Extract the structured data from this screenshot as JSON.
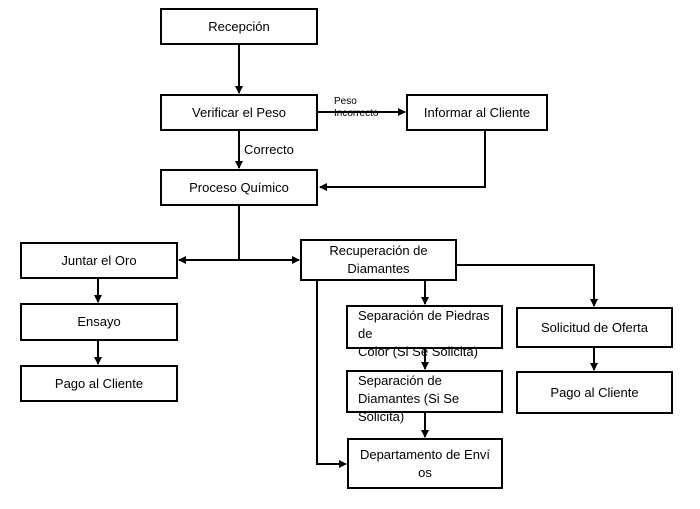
{
  "nodes": {
    "recepcion": "Recepción",
    "verificar": "Verificar el Peso",
    "informar": "Informar al Cliente",
    "proceso": "Proceso Químico",
    "juntar": "Juntar el Oro",
    "ensayo": "Ensayo",
    "pago1": "Pago al Cliente",
    "recuperacion_line1": "Recuperación de",
    "recuperacion_line2": "Diamantes",
    "sep_color_line1": "Separación de Piedras de",
    "sep_color_line2": "Color (Si Se Solicita)",
    "sep_diam_line1": "Separación de",
    "sep_diam_line2": "Diamantes (Si Se Solicita)",
    "envios_line1": "Departamento de Enví",
    "envios_line2": "os",
    "solicitud": "Solicitud de Oferta",
    "pago2": "Pago al Cliente"
  },
  "edge_labels": {
    "peso_incorrecto_line1": "Peso",
    "peso_incorrecto_line2": "Incorrecto",
    "correcto": "Correcto"
  },
  "colors": {
    "stroke": "#000000",
    "fill": "#ffffff"
  }
}
